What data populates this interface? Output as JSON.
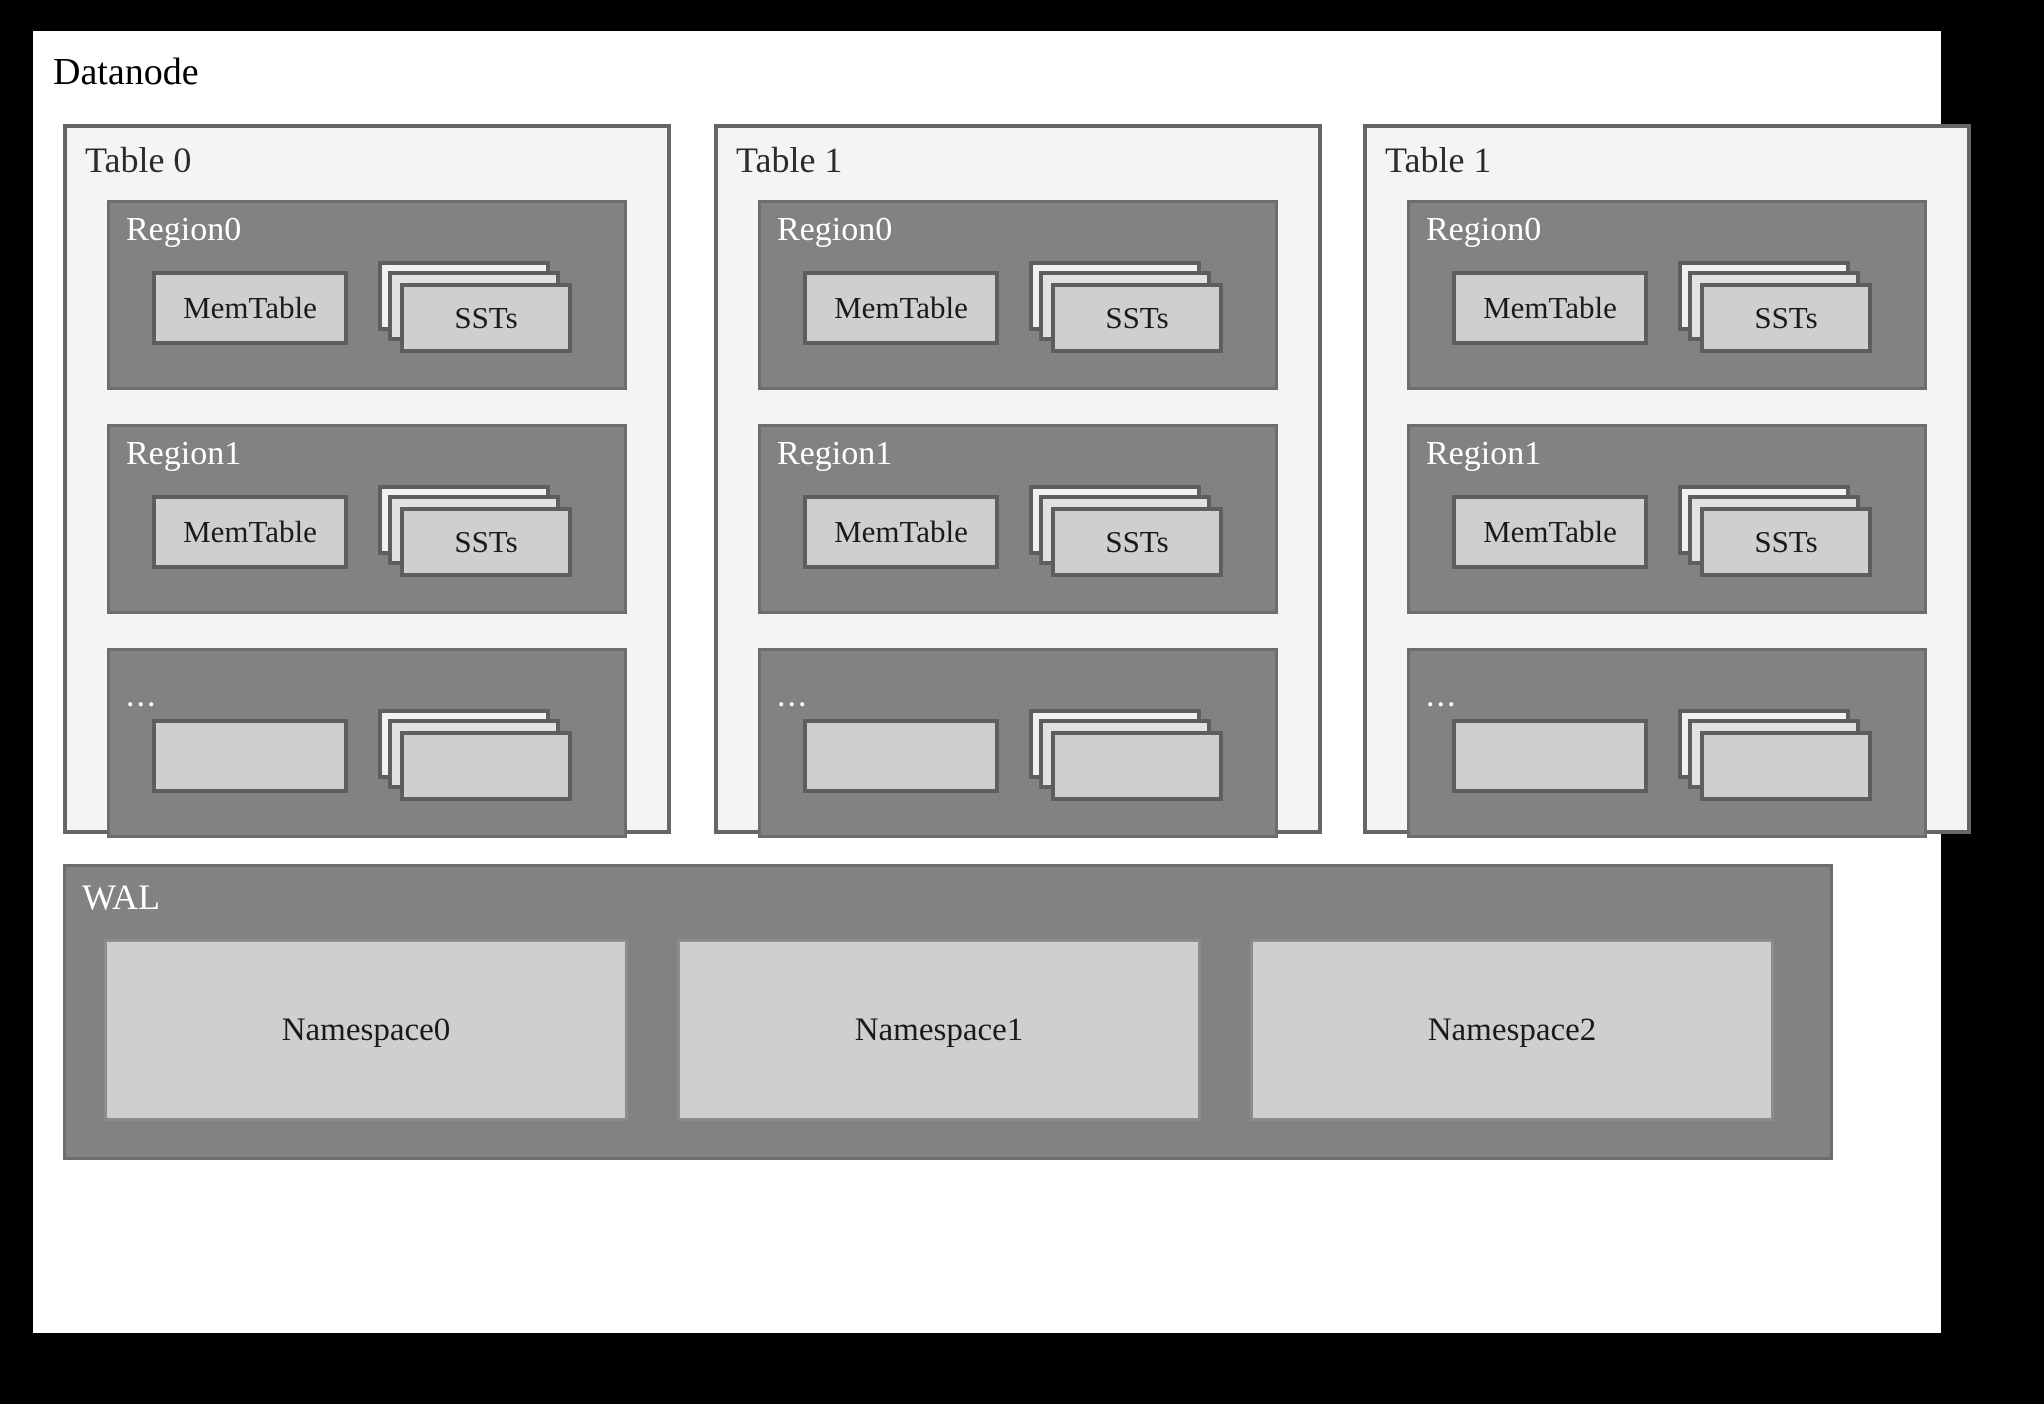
{
  "diagram": {
    "title": "Datanode",
    "background_color": "#ffffff",
    "frame_color": "#000000",
    "panel_fill": "#f4f4f4",
    "panel_border": "#666666",
    "region_fill": "#828282",
    "box_fill": "#cfcfcf",
    "box_border": "#5e5e5e",
    "label_light": "#ffffff",
    "label_dark": "#1a1a1a"
  },
  "tables": [
    {
      "label": "Table 0",
      "regions": [
        {
          "label": "Region0",
          "memtable": "MemTable",
          "sst": "SSTs"
        },
        {
          "label": "Region1",
          "memtable": "MemTable",
          "sst": "SSTs"
        },
        {
          "label": "...",
          "memtable": "",
          "sst": ""
        }
      ]
    },
    {
      "label": "Table 1",
      "regions": [
        {
          "label": "Region0",
          "memtable": "MemTable",
          "sst": "SSTs"
        },
        {
          "label": "Region1",
          "memtable": "MemTable",
          "sst": "SSTs"
        },
        {
          "label": "...",
          "memtable": "",
          "sst": ""
        }
      ]
    },
    {
      "label": "Table 1",
      "regions": [
        {
          "label": "Region0",
          "memtable": "MemTable",
          "sst": "SSTs"
        },
        {
          "label": "Region1",
          "memtable": "MemTable",
          "sst": "SSTs"
        },
        {
          "label": "...",
          "memtable": "",
          "sst": ""
        }
      ]
    }
  ],
  "wal": {
    "label": "WAL",
    "namespaces": [
      {
        "label": "Namespace0"
      },
      {
        "label": "Namespace1"
      },
      {
        "label": "Namespace2"
      }
    ]
  }
}
